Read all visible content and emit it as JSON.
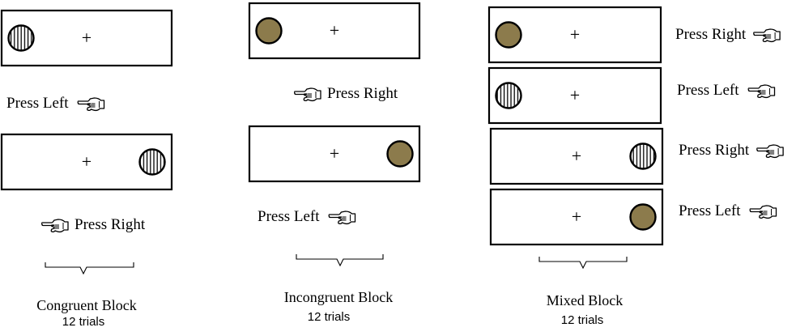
{
  "blocks": [
    {
      "name": "Congruent Block",
      "trials": "12 trials",
      "panels": [
        {
          "stimulus": "striped",
          "side": "left",
          "response": "Press Left"
        },
        {
          "stimulus": "striped",
          "side": "right",
          "response": "Press Right"
        }
      ]
    },
    {
      "name": "Incongruent Block",
      "trials": "12 trials",
      "panels": [
        {
          "stimulus": "solid",
          "side": "left",
          "response": "Press Right"
        },
        {
          "stimulus": "solid",
          "side": "right",
          "response": "Press Left"
        }
      ]
    },
    {
      "name": "Mixed Block",
      "trials": "12 trials",
      "panels": [
        {
          "stimulus": "solid",
          "side": "left",
          "response": "Press Right"
        },
        {
          "stimulus": "striped",
          "side": "left",
          "response": "Press Left"
        },
        {
          "stimulus": "striped",
          "side": "right",
          "response": "Press Right"
        },
        {
          "stimulus": "solid",
          "side": "right",
          "response": "Press Left"
        }
      ]
    }
  ],
  "symbols": {
    "fixation": "+",
    "hand_icon": "pointing-hand-icon"
  },
  "colors": {
    "solid_circle_fill": "#8c7b4c",
    "outline": "#000000",
    "background": "#ffffff"
  }
}
